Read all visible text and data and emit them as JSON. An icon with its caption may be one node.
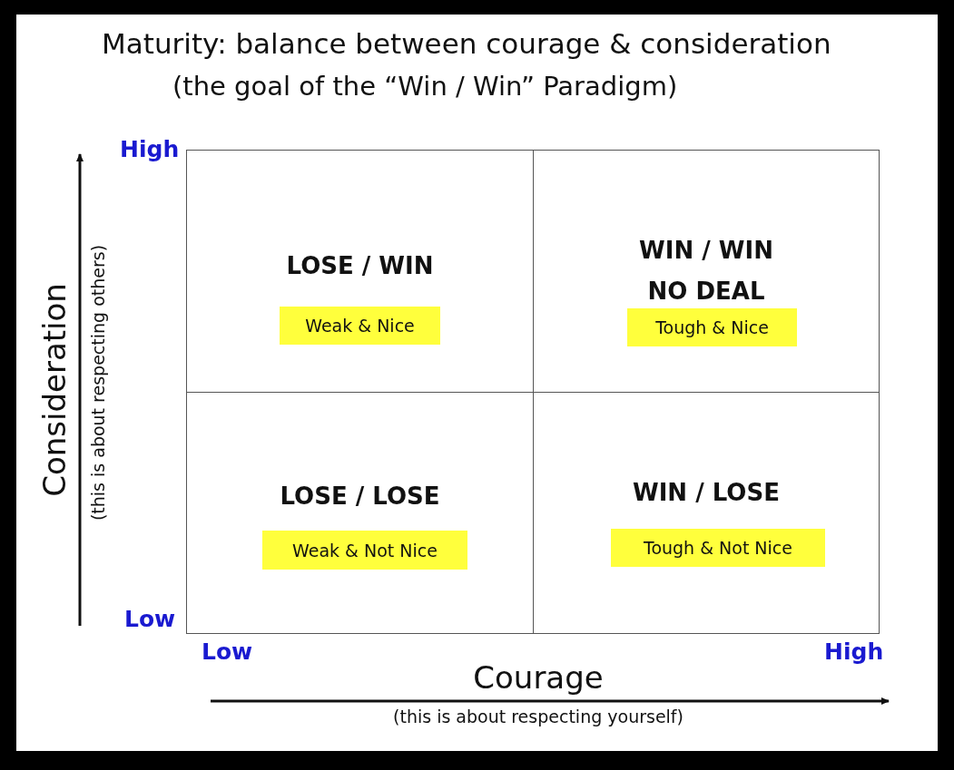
{
  "diagram": {
    "title": "Maturity: balance between courage & consideration",
    "nodes": [
      {
        "text": [
          "LOSE / WIN"
        ]
      },
      {
        "text": [
          "Weak & Nice"
        ],
        "in": 0
      },
      {
        "text": [
          "WIN / WIN NO DEAL"
        ]
      },
      {
        "text": [
          "Tough & Nice"
        ],
        "in": 2
      },
      {
        "text": [
          "LOSE / LOSE"
        ]
      },
      {
        "text": [
          "Weak & Not Nice"
        ],
        "in": 4
      },
      {
        "text": [
          "WIN / LOSE"
        ]
      },
      {
        "text": [
          "Tough & Not Nice"
        ],
        "in": 6
      }
    ],
    "edges": [],
    "labels": [
      "(the goal of the “Win / Win” Paradigm)",
      "High",
      "Consideration",
      "(this is about respecting others)",
      "Low",
      "Low",
      "High",
      "Courage",
      "(this is about respecting yourself)"
    ]
  }
}
